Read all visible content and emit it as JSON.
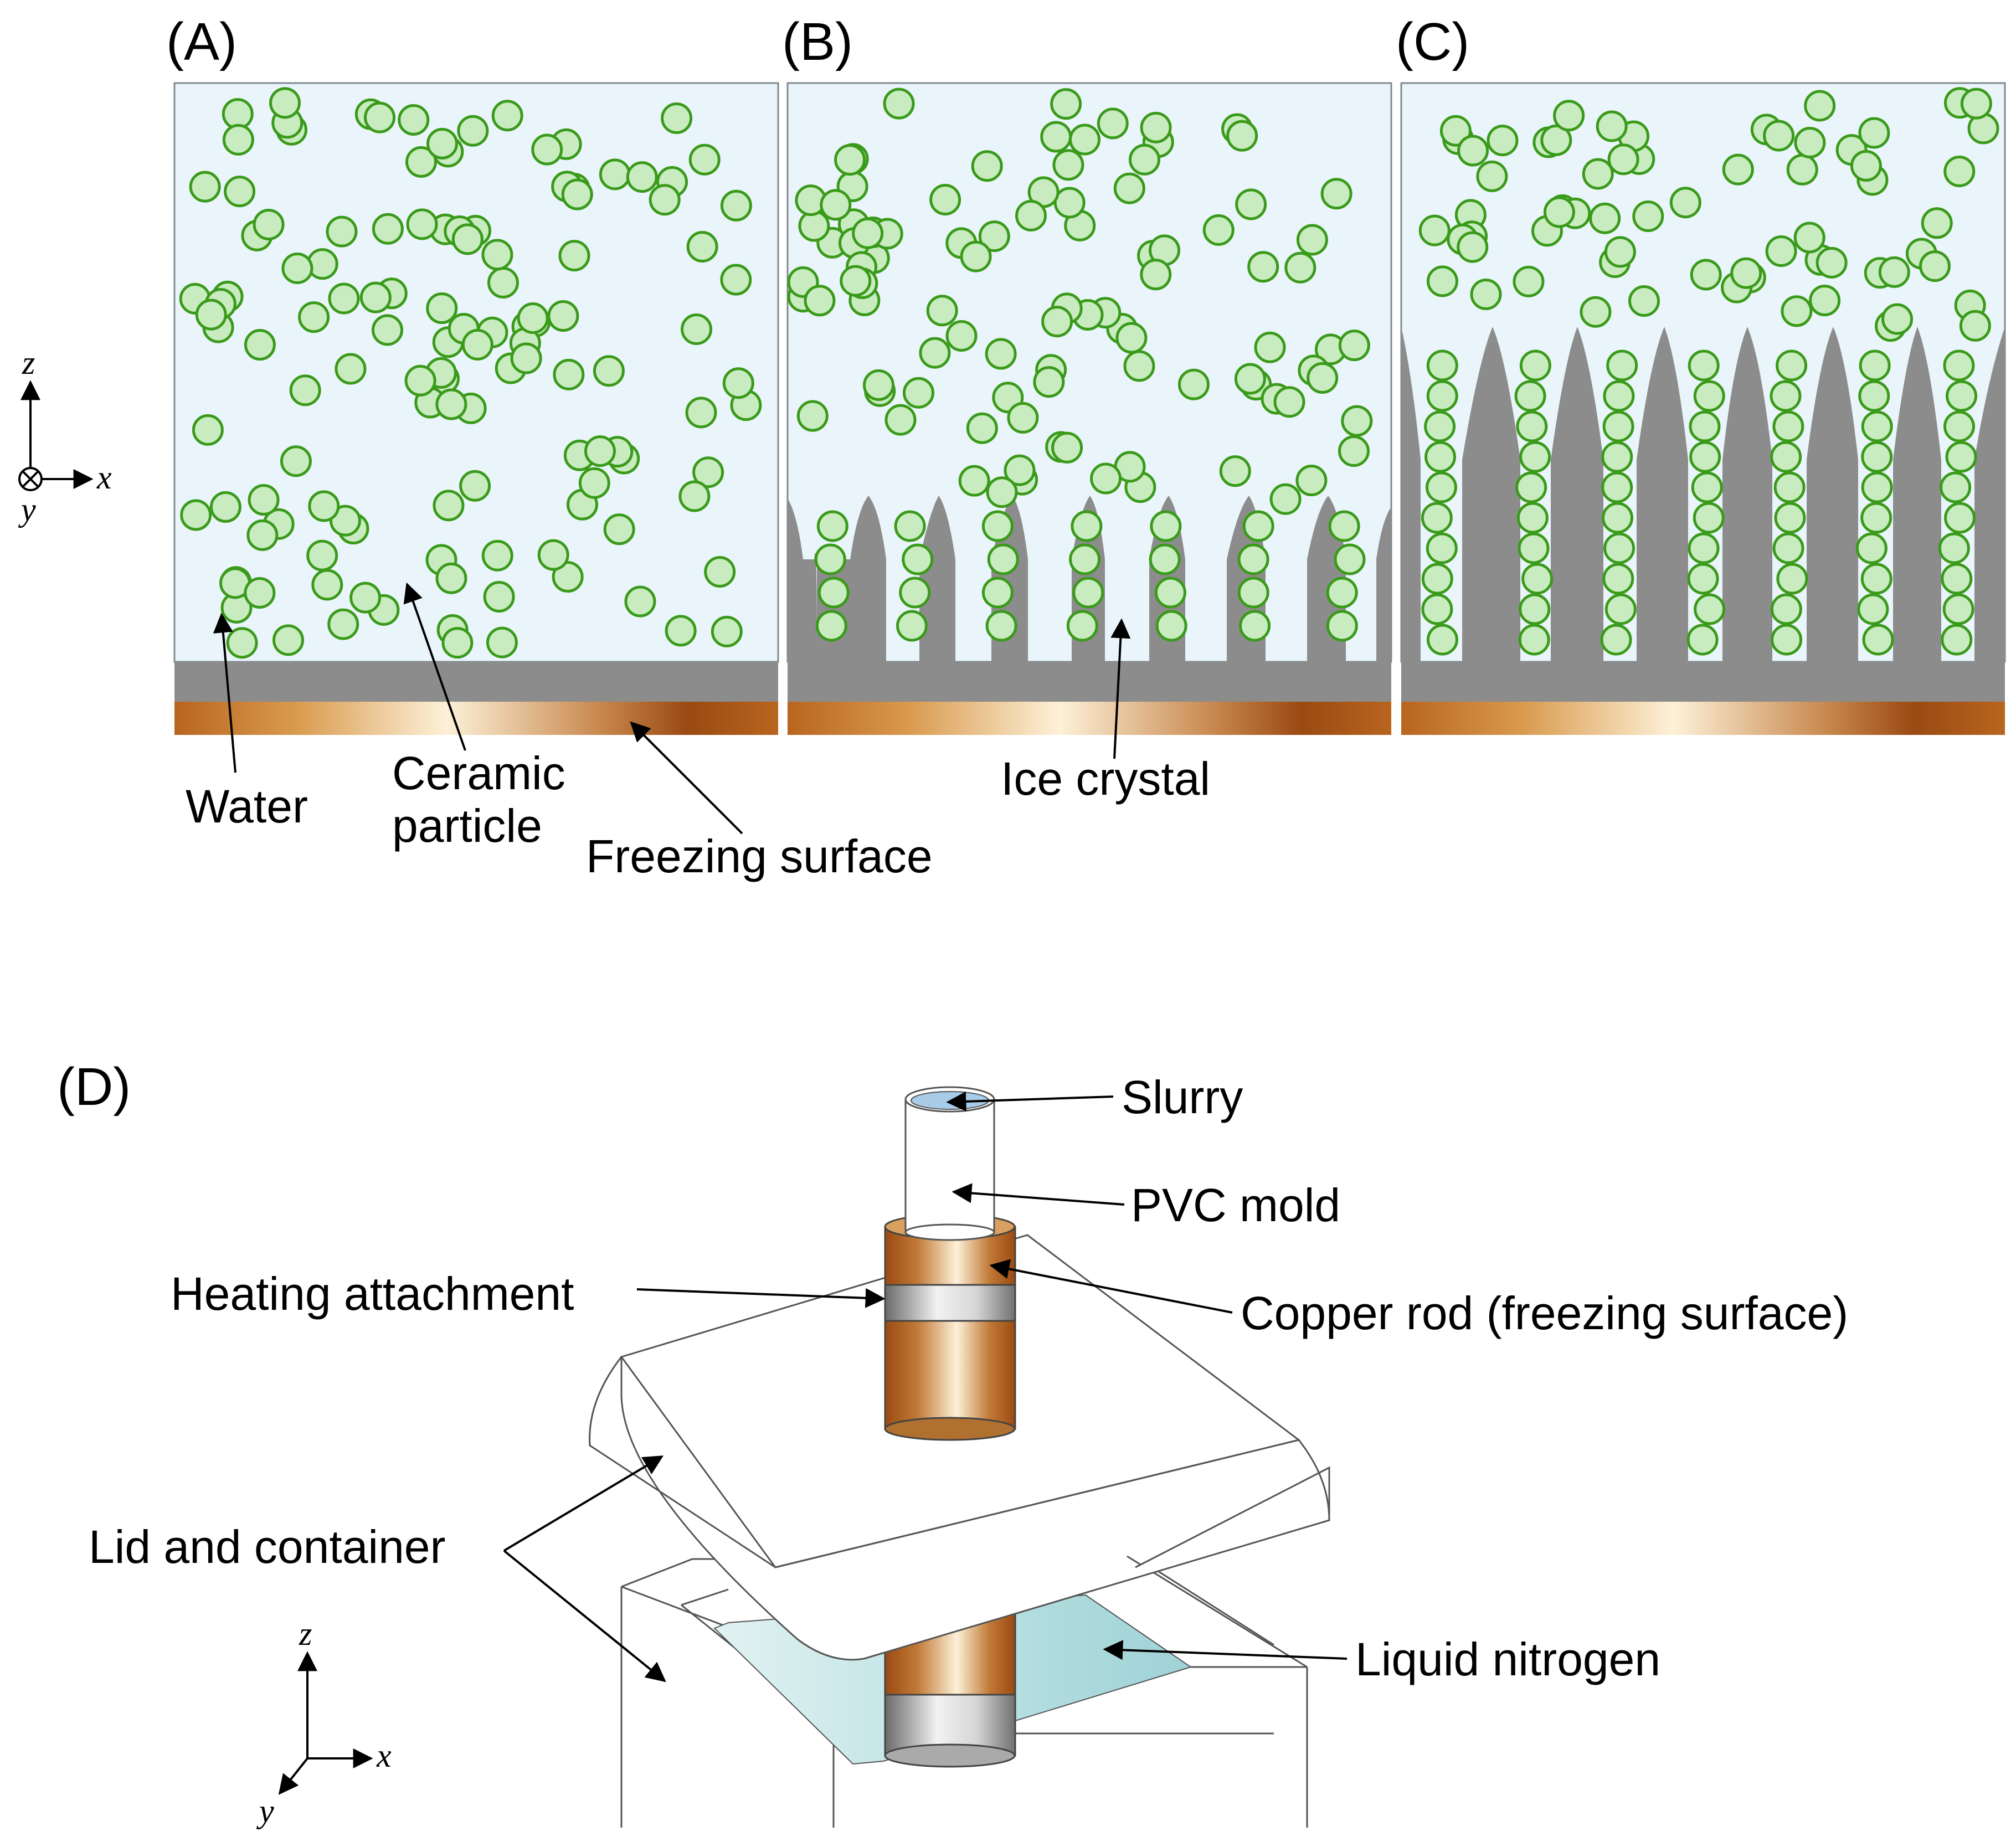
{
  "panels": {
    "a_label": "(A)",
    "b_label": "(B)",
    "c_label": "(C)",
    "d_label": "(D)"
  },
  "annotations_top": {
    "water": "Water",
    "ceramic_line1": "Ceramic",
    "ceramic_line2": "particle",
    "freezing_surface": "Freezing surface",
    "ice_crystal": "Ice crystal"
  },
  "annotations_d": {
    "slurry": "Slurry",
    "pvc_mold": "PVC mold",
    "heating_attachment": "Heating attachment",
    "copper_rod": "Copper rod (freezing surface)",
    "lid_and_container": "Lid and container",
    "liquid_nitrogen": "Liquid nitrogen"
  },
  "axes": {
    "x": "x",
    "y": "y",
    "z": "z"
  },
  "colors": {
    "water": "#eaf5fb",
    "particle_fill": "#c8ecc0",
    "particle_stroke": "#3a9a1a",
    "ice": "#8c8c8c",
    "copper_dark": "#9a4a12",
    "copper_light": "#fdf1d8",
    "nitrogen": "#a8d8dc"
  }
}
